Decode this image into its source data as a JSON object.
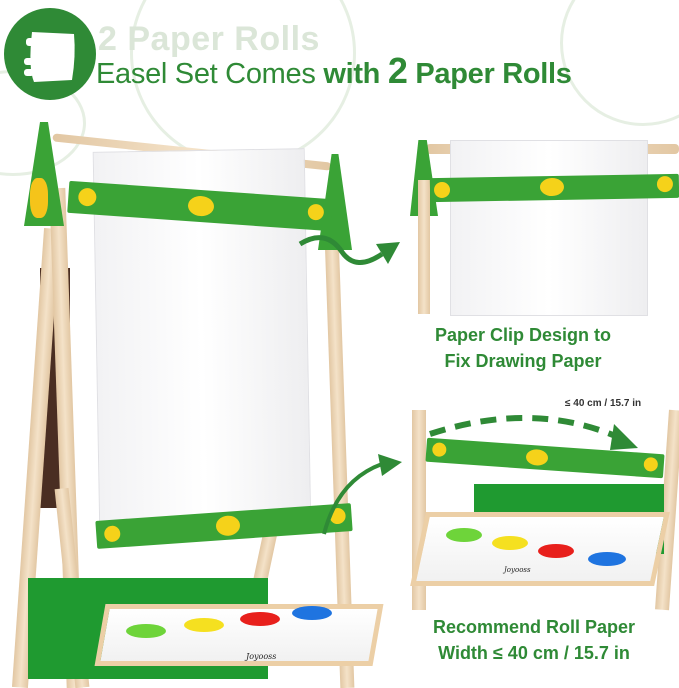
{
  "header": {
    "icon": "paper-roll-icon",
    "ghost_title": "2 Paper Rolls",
    "title_part1": "Easel Set Comes ",
    "title_part2": "with ",
    "title_number": "2",
    "title_part3": " Paper Rolls"
  },
  "captions": {
    "clip_design_line1": "Paper Clip Design to",
    "clip_design_line2": "Fix Drawing Paper",
    "width_dimension": "≤ 40 cm / 15.7 in",
    "recommend_line1": "Recommend Roll Paper",
    "recommend_line2": "Width ≤ 40 cm / 15.7 in"
  },
  "product": {
    "brand_label": "Joyooss",
    "paint_cup_colors": [
      "#6ed43a",
      "#f5e020",
      "#e8201c",
      "#1f74e0"
    ]
  },
  "colors": {
    "brand_green": "#2f8a36",
    "bar_green": "#3aa336",
    "accent_yellow": "#f5d21a"
  }
}
